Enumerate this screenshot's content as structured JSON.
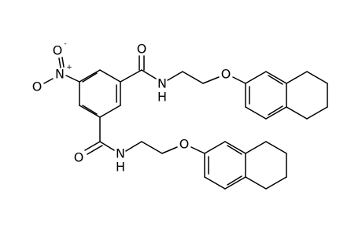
{
  "structure": {
    "atoms": {
      "o_carbonyl_top": "O",
      "n_amide_top": "N",
      "h_amide_top": "H",
      "o_ether_top": "O",
      "o_nitro_top": "O",
      "o_nitro_top_charge": "-",
      "n_nitro": "N",
      "n_nitro_charge": "+",
      "o_nitro_left": "O",
      "o_carbonyl_bottom": "O",
      "n_amide_bottom": "N",
      "h_amide_bottom": "H",
      "o_ether_bottom": "O"
    }
  }
}
